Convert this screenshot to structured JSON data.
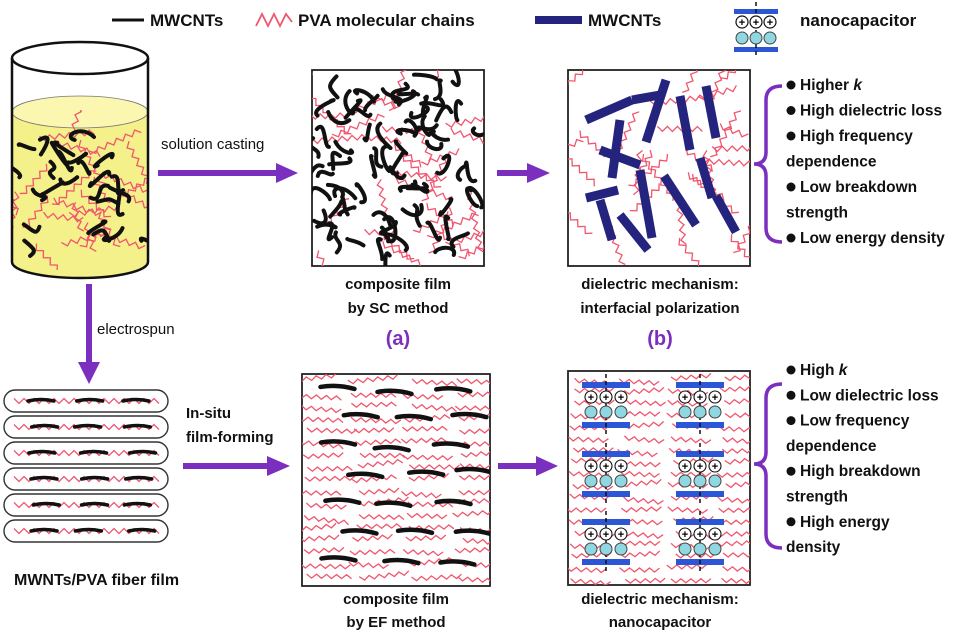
{
  "legend": {
    "mwcnts_black": "MWCNTs",
    "pva": "PVA molecular chains",
    "mwcnts_blue": "MWCNTs",
    "nanocapacitor": "nanocapacitor"
  },
  "steps": {
    "solution_casting": "solution casting",
    "electrospun": "electrospun",
    "insitu_line1": "In-situ",
    "insitu_line2": "film-forming"
  },
  "panels": {
    "sc_film_line1": "composite film",
    "sc_film_line2": "by SC method",
    "mech_a_line1": "dielectric mechanism:",
    "mech_a_line2": "interfacial polarization",
    "letter_a": "(a)",
    "letter_b": "(b)",
    "fiber_film": "MWNTs/PVA fiber film",
    "ef_film_line1": "composite film",
    "ef_film_line2": "by EF method",
    "mech_b_line1": "dielectric mechanism:",
    "mech_b_line2": "nanocapacitor"
  },
  "properties_sc": [
    "Higher k",
    "High dielectric loss",
    "High frequency",
    "dependence",
    "Low breakdown",
    "strength",
    "Low energy density"
  ],
  "properties_ef": [
    "High k",
    "Low dielectric loss",
    "Low frequency",
    "dependence",
    "High breakdown",
    "strength",
    "High energy",
    "density"
  ],
  "colors": {
    "arrow": "#7b2fbf",
    "pva": "#f0566e",
    "mwcnt_black": "#111111",
    "mwcnt_blue": "#24247e",
    "beaker_fill": "#f4f08a",
    "sphere": "#8fd8e2"
  }
}
